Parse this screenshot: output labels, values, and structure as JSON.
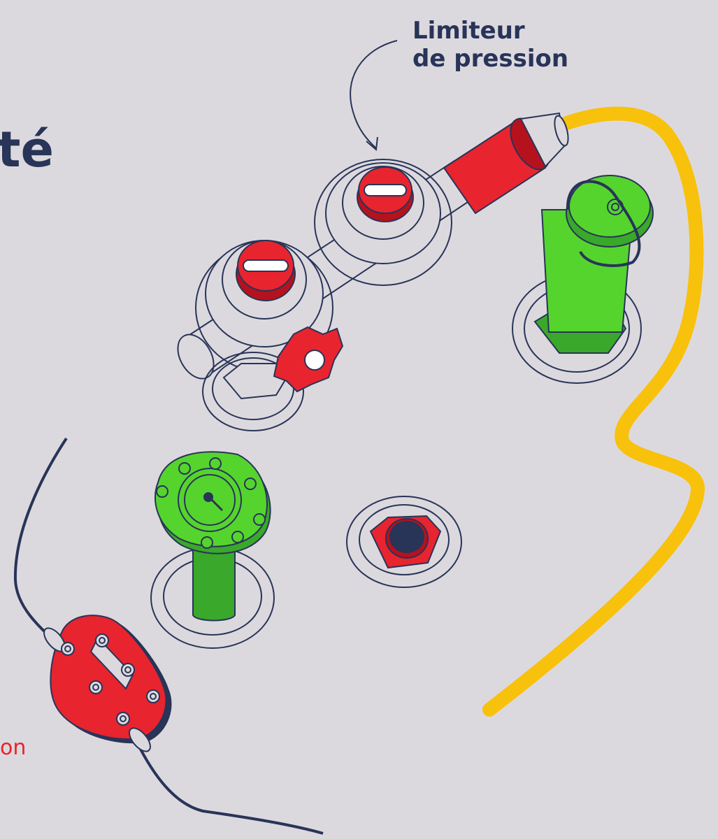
{
  "heading_fragment": "té",
  "callout": {
    "line1": "Limiteur",
    "line2": "de pression"
  },
  "bottom_fragment": "on",
  "colors": {
    "background": "#dcd9de",
    "outline": "#283458",
    "red": "#e8242f",
    "dark_red": "#b5121d",
    "green": "#55d42e",
    "dark_green": "#3aa82a",
    "hose_yellow": "#f8c10b",
    "white": "#ffffff"
  },
  "icons": [
    "arrow-curve-icon",
    "pressure-valve-icon",
    "green-pipe-icon",
    "drain-plug-icon",
    "red-seal-clamp-icon",
    "yellow-hose-icon"
  ]
}
